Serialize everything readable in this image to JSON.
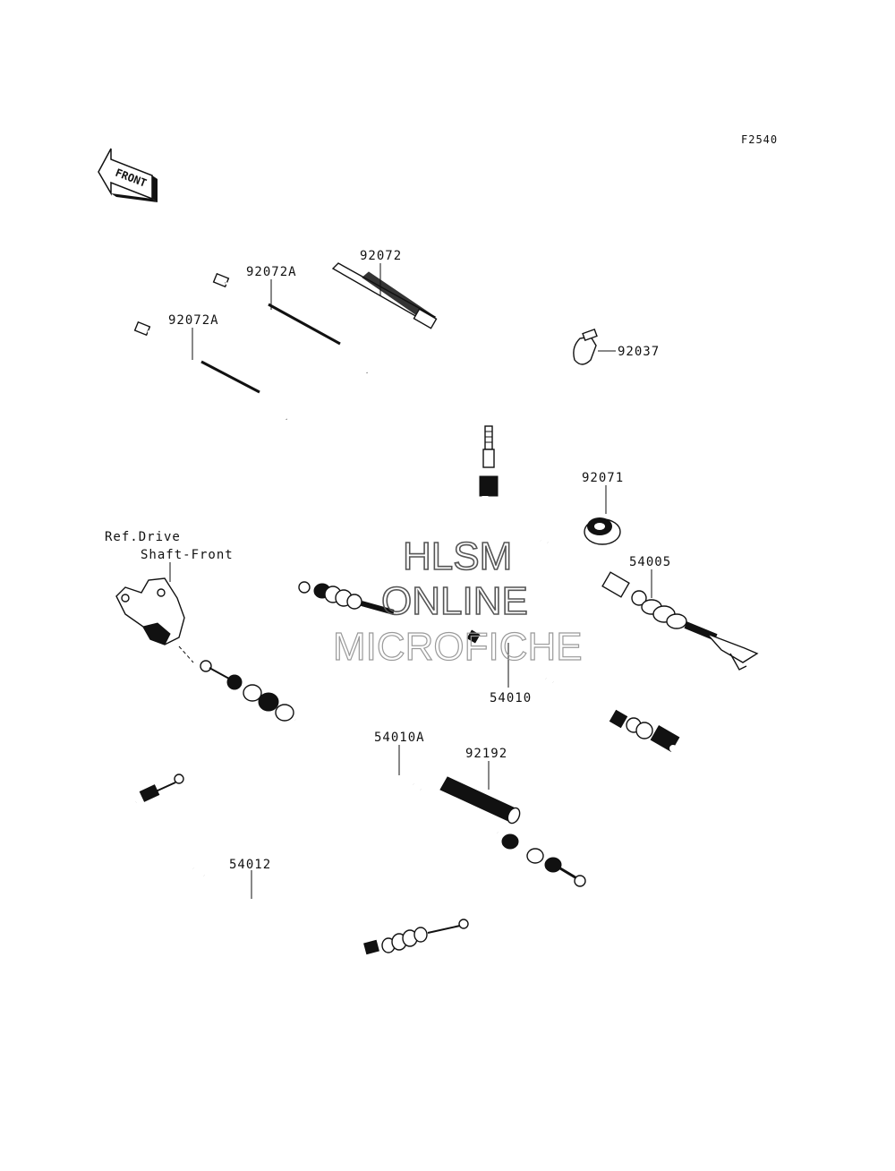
{
  "figure_code": "F2540",
  "front_arrow": {
    "text": "FRONT",
    "icon": "front-arrow-icon"
  },
  "reference_note": {
    "line1": "Ref.Drive",
    "line2": "Shaft-Front"
  },
  "parts": [
    {
      "id": "p92072",
      "number": "92072"
    },
    {
      "id": "p92072A_upper",
      "number": "92072A"
    },
    {
      "id": "p92072A_lower",
      "number": "92072A"
    },
    {
      "id": "p92037",
      "number": "92037"
    },
    {
      "id": "p92071",
      "number": "92071"
    },
    {
      "id": "p54005",
      "number": "54005"
    },
    {
      "id": "p54010",
      "number": "54010"
    },
    {
      "id": "p54010A",
      "number": "54010A"
    },
    {
      "id": "p92192",
      "number": "92192"
    },
    {
      "id": "p54012",
      "number": "54012"
    }
  ],
  "watermark": {
    "line1": "HLSM",
    "line2": "ONLINE",
    "line3": "MICROFICHE"
  }
}
